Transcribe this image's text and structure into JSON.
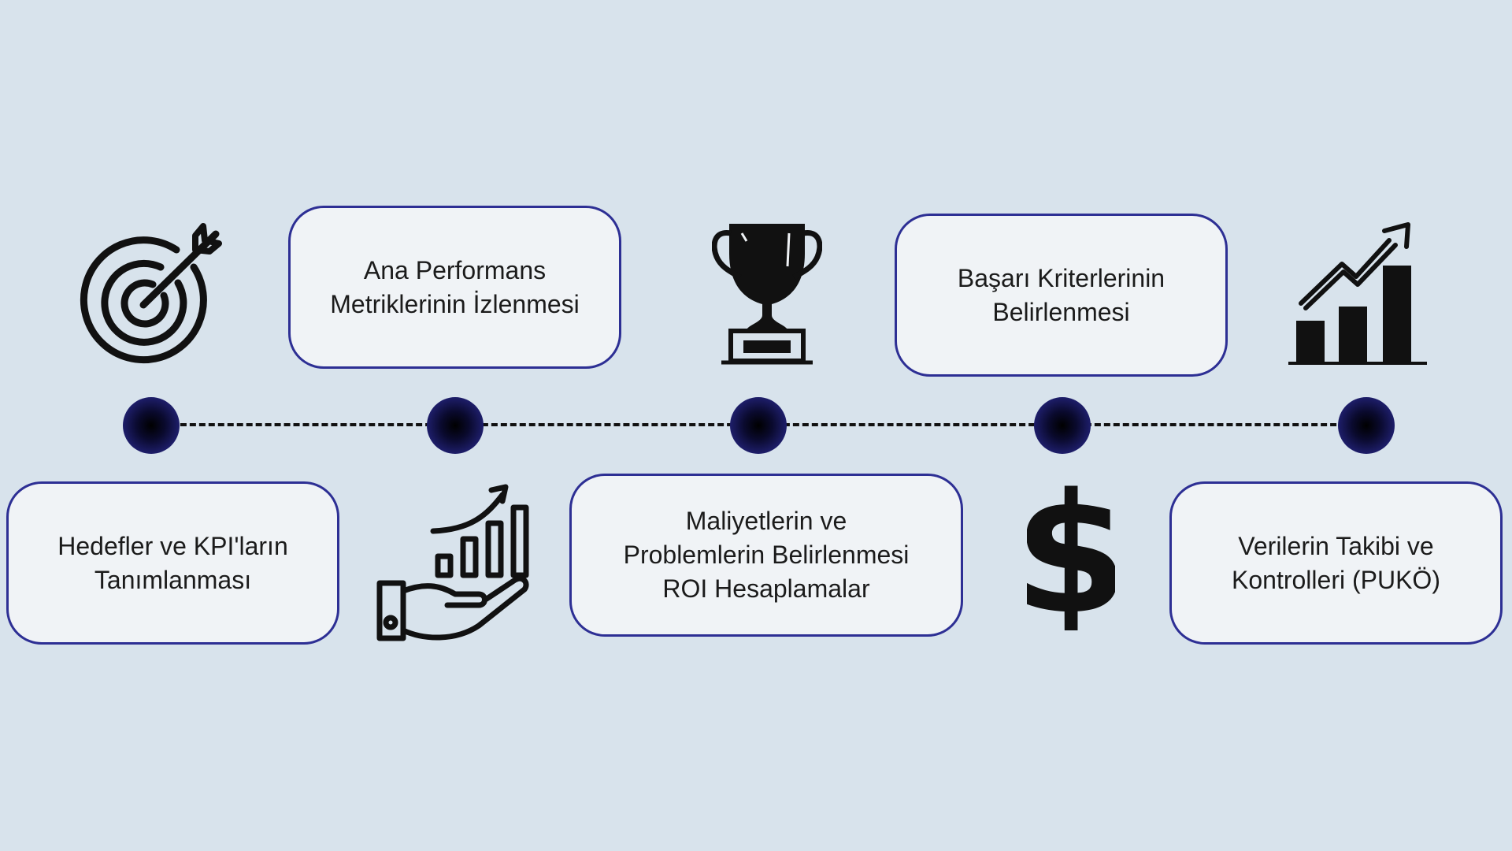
{
  "steps": [
    {
      "label": "Hedefler ve KPI'ların\nTanımlanması",
      "icon": "target-icon"
    },
    {
      "label": "Ana Performans\nMetriklerinin İzlenmesi",
      "icon": "growth-hand-icon"
    },
    {
      "label": "Maliyetlerin ve\nProblemlerin Belirlenmesi\nROI Hesaplamalar",
      "icon": "trophy-icon"
    },
    {
      "label": "Başarı Kriterlerinin\nBelirlenmesi",
      "icon": "dollar-icon"
    },
    {
      "label": "Verilerin Takibi ve\nKontrolleri (PUKÖ)",
      "icon": "chart-growth-icon"
    }
  ],
  "colors": {
    "background": "#d8e3ec",
    "card_border": "#2d2f94",
    "card_fill": "#f0f3f6",
    "node": "#23237a"
  },
  "dollar_glyph": "$"
}
